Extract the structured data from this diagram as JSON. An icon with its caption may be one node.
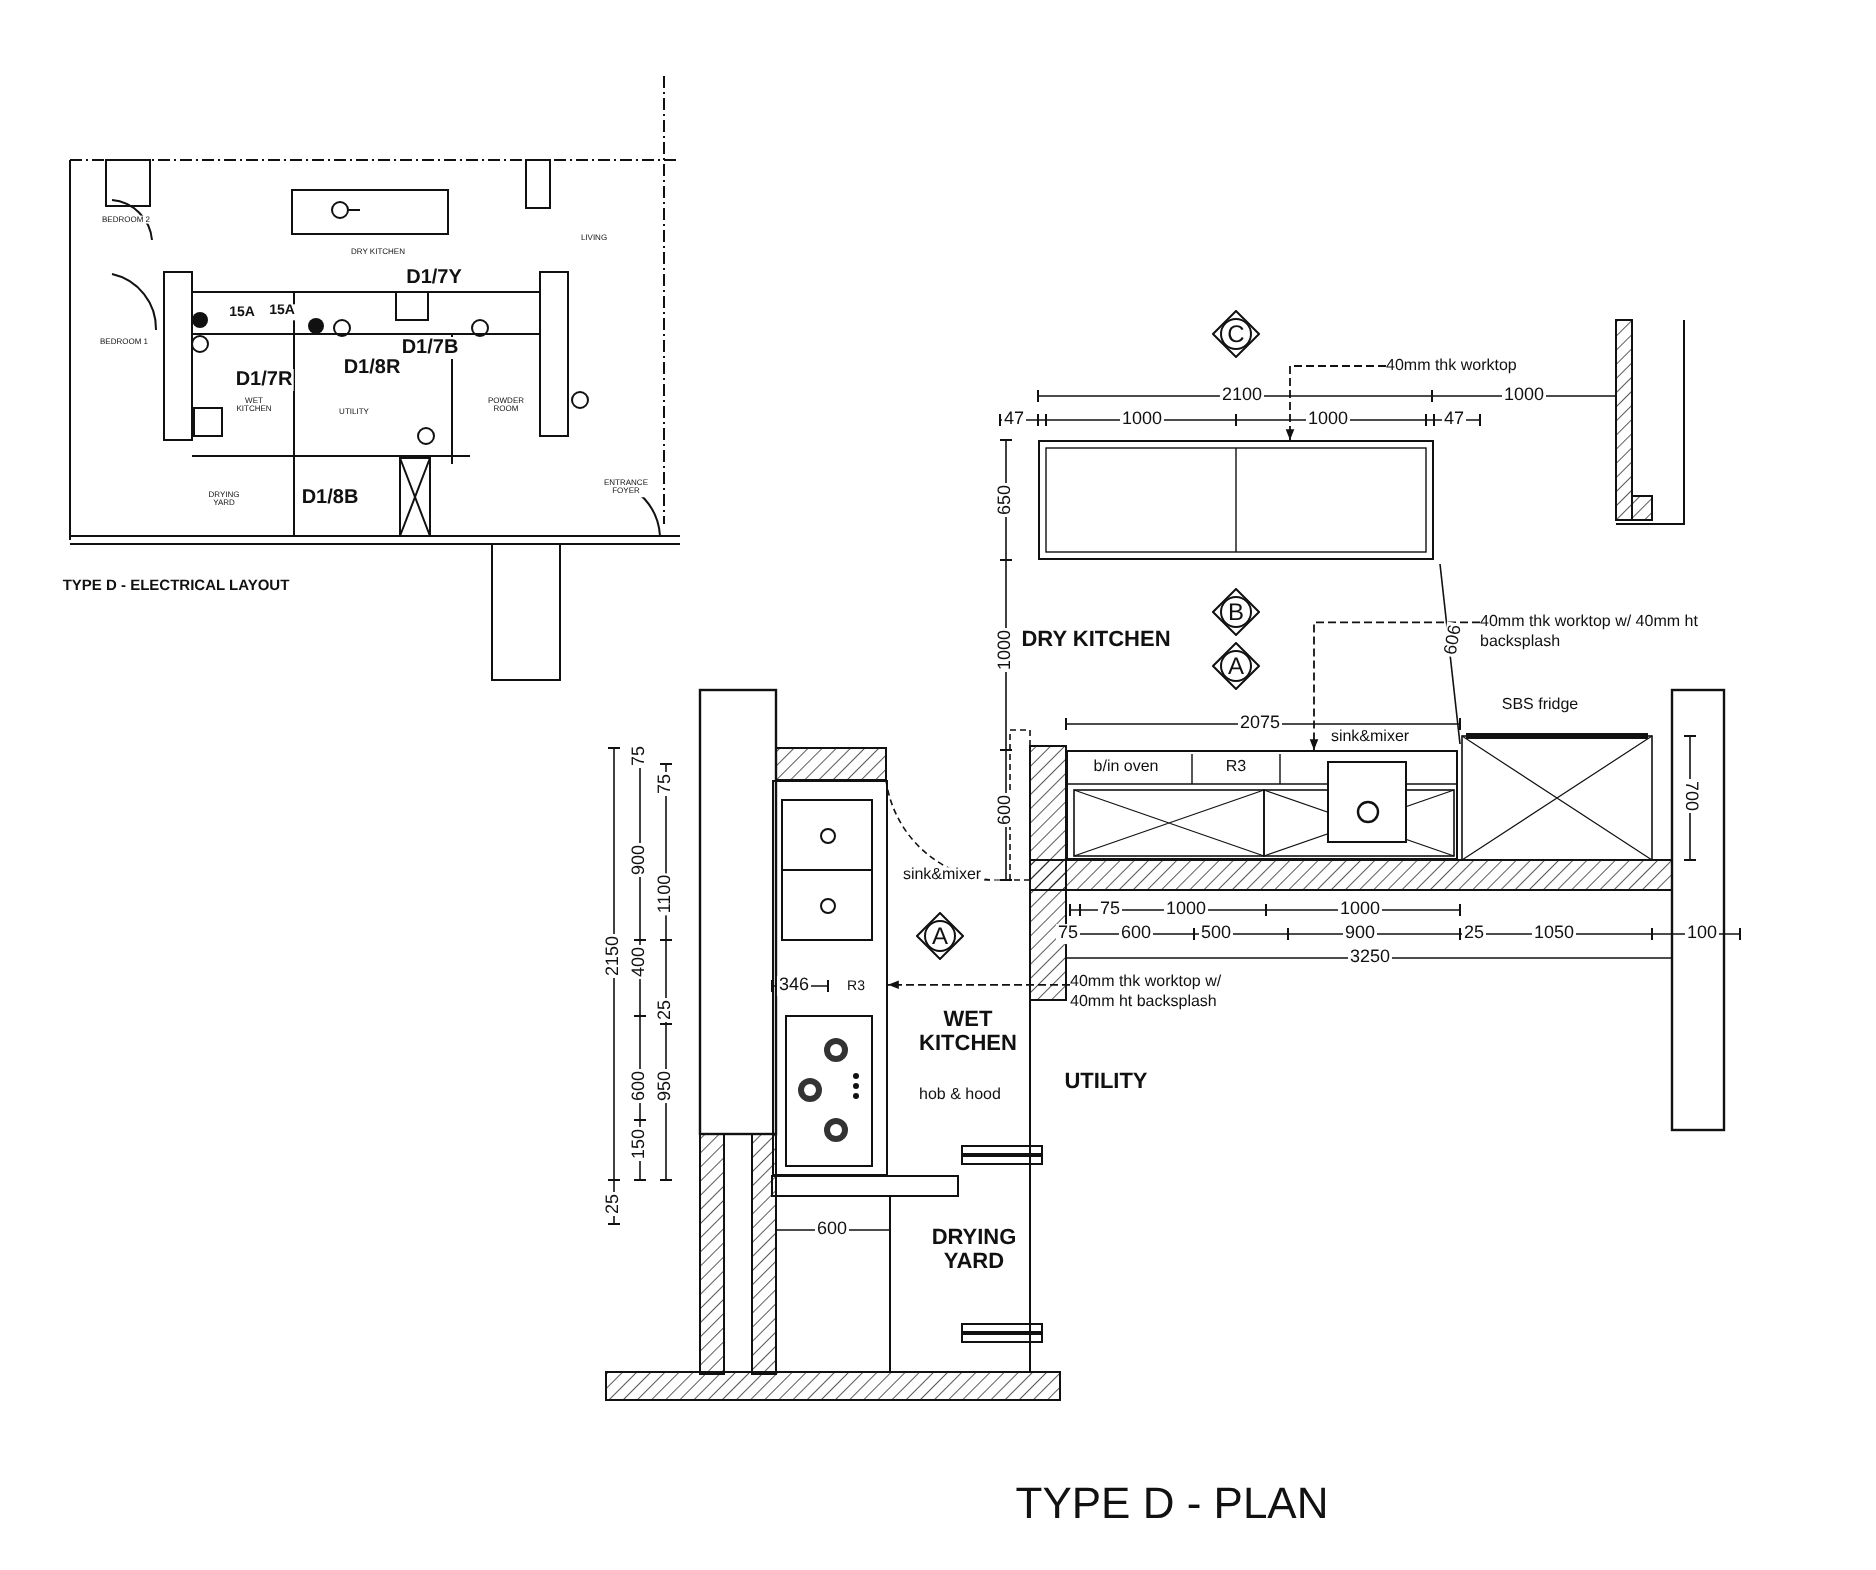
{
  "diagram": {
    "title": "TYPE D - PLAN",
    "nodes": [
      {
        "text": [],
        "shape": "box"
      },
      {
        "text": [
          "40mm thk worktop"
        ]
      },
      {
        "text": [],
        "shape": "box"
      },
      {
        "text": [
          "40mm thk worktop w/ 40mm ht backsplash"
        ]
      },
      {
        "text": [],
        "shape": "box"
      },
      {
        "text": [
          "40mm thk worktop w/ 40mm ht backsplash"
        ]
      },
      {
        "text": [
          "C"
        ]
      },
      {
        "text": [
          "B"
        ]
      },
      {
        "text": [
          "A"
        ]
      },
      {
        "text": [
          "A"
        ]
      }
    ],
    "edges": [
      {
        "from": 1,
        "to": 0,
        "arrow": "to",
        "style": "dashed"
      },
      {
        "from": 3,
        "to": 2,
        "arrow": "to",
        "style": "dashed"
      },
      {
        "from": 5,
        "to": 4,
        "arrow": "to",
        "style": "dashed"
      }
    ],
    "labels": [
      "TYPE D - ELECTRICAL LAYOUT",
      "BEDROOM 2",
      "DRY KITCHEN",
      "LIVING",
      "D1/7Y",
      "15A",
      "15A",
      "BEDROOM 1",
      "D1/7B",
      "D1/8R",
      "D1/7R",
      "WET KITCHEN",
      "UTILITY",
      "POWDER ROOM",
      "DRYING YARD",
      "D1/8B",
      "ENTRANCE FOYER",
      "2100",
      "1000",
      "47",
      "1000",
      "1000",
      "47",
      "650",
      "DRY KITCHEN",
      "1000",
      "606",
      "2075",
      "SBS fridge",
      "sink&mixer",
      "b/in oven",
      "R3",
      "700",
      "600",
      "75",
      "75",
      "900",
      "1100",
      "2150",
      "400",
      "25",
      "600",
      "950",
      "150",
      "25",
      "sink&mixer",
      "346",
      "R3",
      "WET KITCHEN",
      "hob & hood",
      "600",
      "DRYING YARD",
      "75",
      "1000",
      "1000",
      "75",
      "600",
      "500",
      "900",
      "25",
      "1050",
      "100",
      "3250",
      "UTILITY"
    ]
  }
}
